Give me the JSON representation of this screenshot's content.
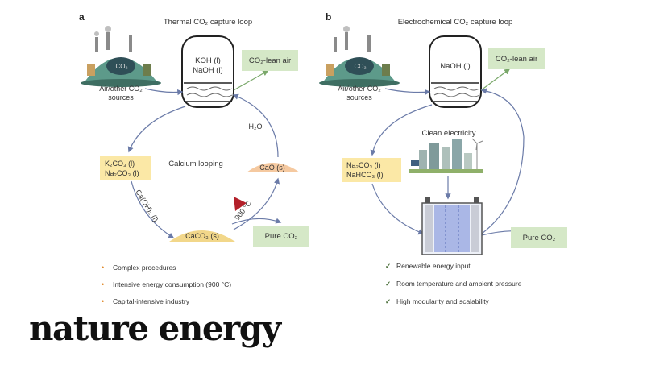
{
  "brand": "nature energy",
  "panel_a": {
    "letter": "a",
    "title": "Thermal CO₂ capture loop",
    "reactor": [
      "KOH (l)",
      "NaOH (l)"
    ],
    "source": [
      "Air/other CO₂",
      "sources"
    ],
    "lean_air": "CO₂-lean air",
    "carbonates": [
      "K₂CO₃ (l)",
      "Na₂CO₃ (l)"
    ],
    "calcium_looping": "Calcium looping",
    "water": "H₂O",
    "cao": "CaO (s)",
    "caoh": "Ca(OH)₂ (l)",
    "heat": "900 °C",
    "caco3": "CaCO₃ (s)",
    "pure": "Pure CO₂",
    "bullets": [
      "Complex procedures",
      "Intensive energy consumption (900 °C)",
      "Capital-intensive industry"
    ]
  },
  "panel_b": {
    "letter": "b",
    "title": "Electrochemical CO₂ capture loop",
    "reactor": [
      "NaOH (l)"
    ],
    "source": [
      "Air/other CO₂",
      "sources"
    ],
    "lean_air": "CO₂-lean air",
    "clean": "Clean electricity",
    "carbonates": [
      "Na₂CO₃ (l)",
      "NaHCO₃ (l)"
    ],
    "pure": "Pure CO₂",
    "bullets": [
      "Renewable energy input",
      "Room temperature and ambient pressure",
      "High modularity and scalability"
    ]
  },
  "co2_glyph": "CO₂",
  "colors": {
    "yellow_box": "#fbe8a6",
    "green_box": "#d5e8c7",
    "arrow": "#6b7ba8",
    "green_arrow": "#7aa86a",
    "heat": "#b3202a"
  }
}
